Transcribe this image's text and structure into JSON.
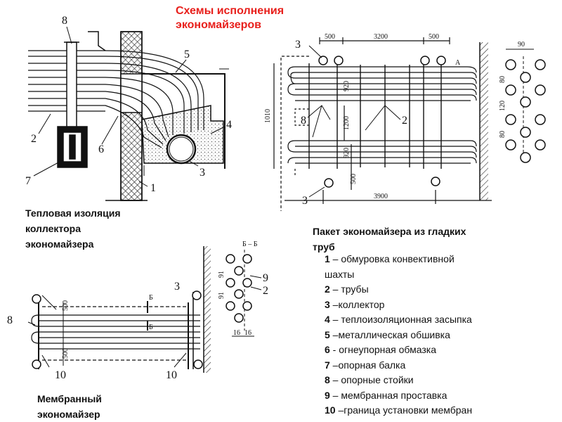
{
  "title": "Схемы исполнения\nэкономайзеров",
  "captions": {
    "insulation": "Тепловая изоляция\nколлектора\n экономайзера",
    "smooth": "Пакет экономайзера из гладких\nтруб",
    "membrane": "Мембранный\nэкономайзер"
  },
  "legend": [
    {
      "num": "1",
      "text": " – обмуровка конвективной"
    },
    {
      "num": "",
      "text": "шахты"
    },
    {
      "num": "2",
      "text": " – трубы"
    },
    {
      "num": "3",
      "text": " –коллектор"
    },
    {
      "num": "4",
      "text": " – теплоизоляционная засыпка"
    },
    {
      "num": "5",
      "text": " –металлическая обшивка"
    },
    {
      "num": "6",
      "text": " - огнеупорная обмазка"
    },
    {
      "num": "7",
      "text": " –опорная балка"
    },
    {
      "num": "8",
      "text": " – опорные стойки"
    },
    {
      "num": "9",
      "text": " – мембранная проставка"
    },
    {
      "num": "10",
      "text": " –граница установки мембран"
    }
  ],
  "fig1": {
    "labels": {
      "n8": "8",
      "n5": "5",
      "n4": "4",
      "n2": "2",
      "n6": "6",
      "n7": "7",
      "n3": "3",
      "n1": "1"
    }
  },
  "fig2": {
    "labels": {
      "n3a": "3",
      "n8": "8",
      "n2": "2",
      "n3b": "3"
    },
    "dims": {
      "d500a": "500",
      "d3200": "3200",
      "d500b": "500",
      "d1010": "1010",
      "d1200": "1200",
      "d920a": "920",
      "d920b": "920",
      "d500c": "500",
      "d3900": "3900",
      "d90": "90",
      "d80a": "80",
      "d120": "120",
      "d80b": "80",
      "dA": "A"
    }
  },
  "fig3": {
    "labels": {
      "n3": "3",
      "n8": "8",
      "n10a": "10",
      "n10b": "10",
      "n9": "9",
      "n2": "2"
    },
    "dims": {
      "section": "Б – Б",
      "b1": "Б",
      "b2": "Б",
      "d500a": "500",
      "d500b": "500",
      "d91a": "91",
      "d91b": "91",
      "d16a": "16",
      "d16b": "16"
    }
  }
}
